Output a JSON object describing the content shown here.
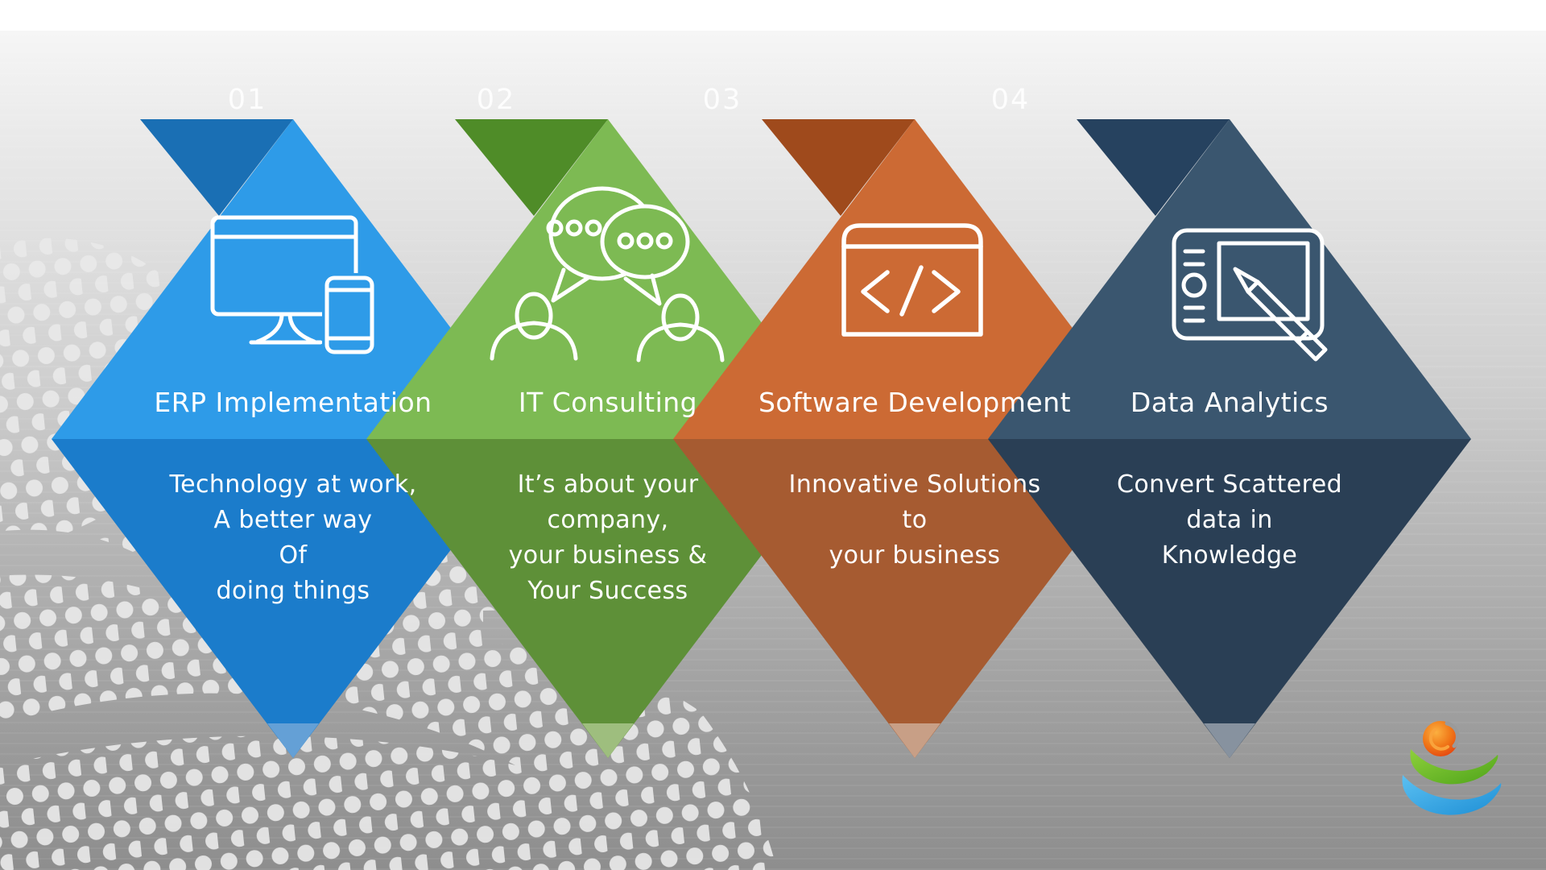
{
  "background": {
    "top_band_color": "#FFFFFF",
    "gradient_top": "#F6F6F6",
    "gradient_bottom": "#8E8E8E",
    "dot_color": "#E9E9E9"
  },
  "items": [
    {
      "number": "01",
      "title": "ERP Implementation",
      "desc": [
        "Technology at work,",
        "A better way",
        "Of",
        "doing things"
      ],
      "icon": "desktop-and-phone-icon",
      "colors": {
        "top": "#2E9BE8",
        "bottom": "#1B7CCB",
        "fold": "#1A6FB4",
        "tip": "#64A0D6"
      }
    },
    {
      "number": "02",
      "title": "IT Consulting",
      "desc": [
        "It’s about your",
        "company,",
        "your business &",
        "Your Success"
      ],
      "icon": "consulting-people-chat-icon",
      "colors": {
        "top": "#7DBA53",
        "bottom": "#5E9038",
        "fold": "#4F8C28",
        "tip": "#9EBE7E"
      }
    },
    {
      "number": "03",
      "title": "Software Development",
      "desc": [
        "Innovative Solutions",
        "to",
        "your business"
      ],
      "icon": "code-window-icon",
      "colors": {
        "top": "#CC6A34",
        "bottom": "#A65B31",
        "fold": "#9F4A1C",
        "tip": "#C89F86"
      }
    },
    {
      "number": "04",
      "title": "Data Analytics",
      "desc": [
        "Convert Scattered",
        "data in",
        "Knowledge"
      ],
      "icon": "graphics-tablet-pen-icon",
      "colors": {
        "top": "#3A566F",
        "bottom": "#2A3F55",
        "fold": "#26425F",
        "tip": "#87929F"
      }
    }
  ],
  "text_color": "#FFFFFF",
  "number_color": "rgba(255,255,255,0.85)",
  "logo": {
    "name": "company-logo",
    "colors": {
      "ball_outer": "#FBB040",
      "ball_inner": "#E5440F",
      "green_light": "#8ED03C",
      "green_dark": "#4FA41A",
      "blue_light": "#5BC0F2",
      "blue_dark": "#1E8FD5"
    }
  }
}
